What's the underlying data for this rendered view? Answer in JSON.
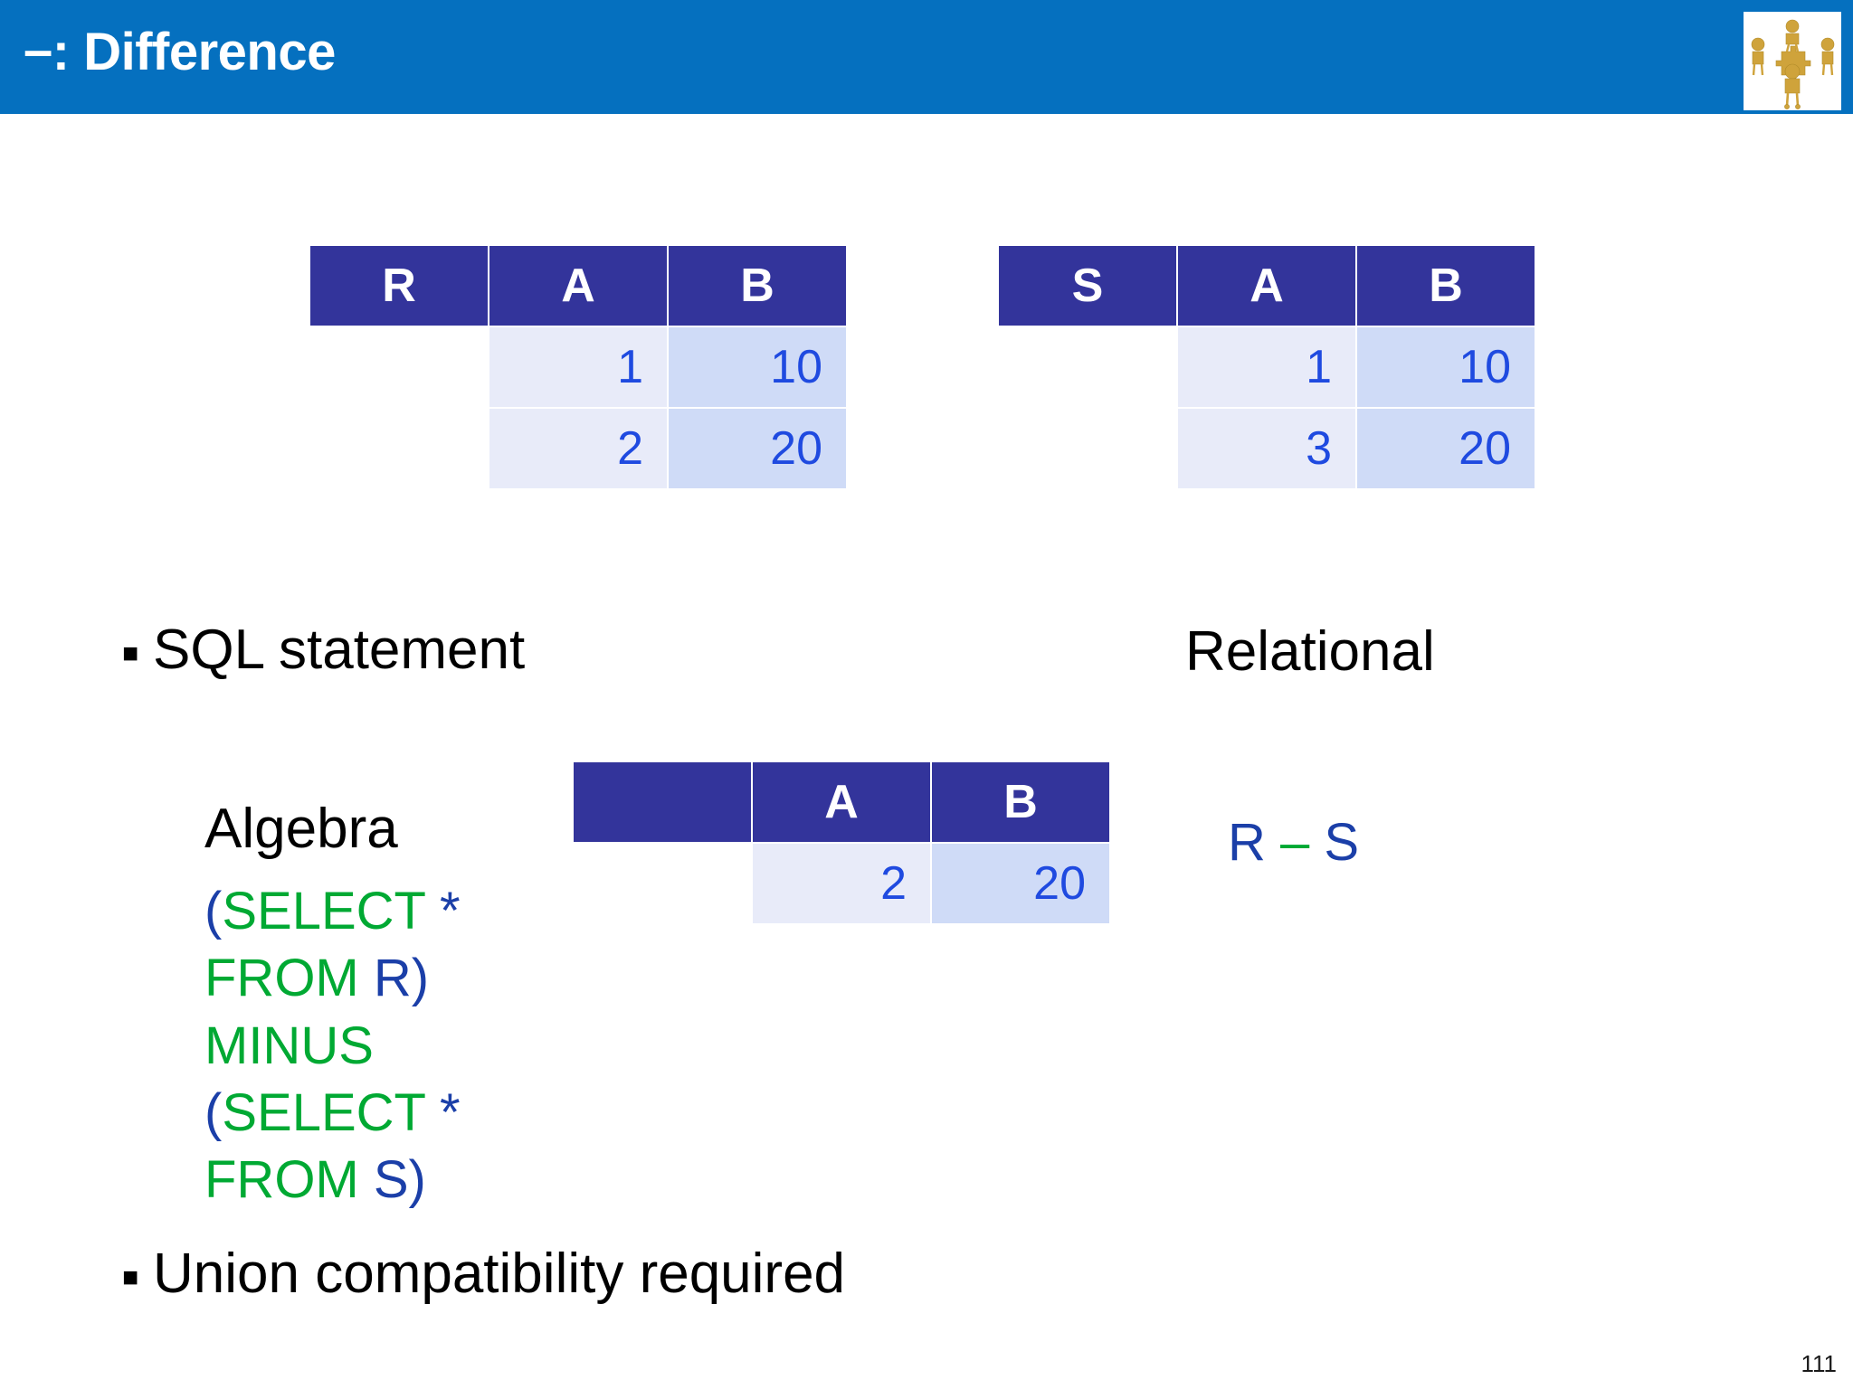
{
  "slide": {
    "title": "–: Difference",
    "title_symbol": "–",
    "title_label": ": Difference",
    "page_number": "111",
    "accent_color": "#0570bf",
    "table_header_color": "#33349b",
    "cell_a_color": "#e8ebf9",
    "cell_b_color": "#cfdbf7",
    "value_color": "#1f4ae0",
    "keyword_color": "#00a933",
    "identifier_color": "#1b3fa8"
  },
  "logo": {
    "name": "teamwork-puzzle-logo",
    "figure_color": "#d6a93c",
    "background": "#ffffff"
  },
  "tables": {
    "r": {
      "name": "R",
      "columns": [
        "R",
        "A",
        "B"
      ],
      "rows": [
        {
          "a": "1",
          "b": "10"
        },
        {
          "a": "2",
          "b": "20"
        }
      ]
    },
    "s": {
      "name": "S",
      "columns": [
        "S",
        "A",
        "B"
      ],
      "rows": [
        {
          "a": "1",
          "b": "10"
        },
        {
          "a": "3",
          "b": "20"
        }
      ]
    },
    "result": {
      "name": "",
      "columns": [
        "",
        "A",
        "B"
      ],
      "rows": [
        {
          "a": "2",
          "b": "20"
        }
      ]
    }
  },
  "bullets": [
    {
      "text": "SQL statement"
    },
    {
      "text": "Union compatibility required"
    }
  ],
  "sql_lines": [
    {
      "open_paren": "(",
      "keyword": "SELECT",
      "star": " *"
    },
    {
      "keyword": "FROM",
      "ident": " R)"
    },
    {
      "keyword": "MINUS"
    },
    {
      "open_paren": "(",
      "keyword": "SELECT",
      "star": " *"
    },
    {
      "keyword": "FROM",
      "ident": " S)"
    }
  ],
  "right_column": {
    "heading": "Relational",
    "subheading": "Algebra",
    "expression_left": "R ",
    "expression_op": "–",
    "expression_right": " S"
  }
}
